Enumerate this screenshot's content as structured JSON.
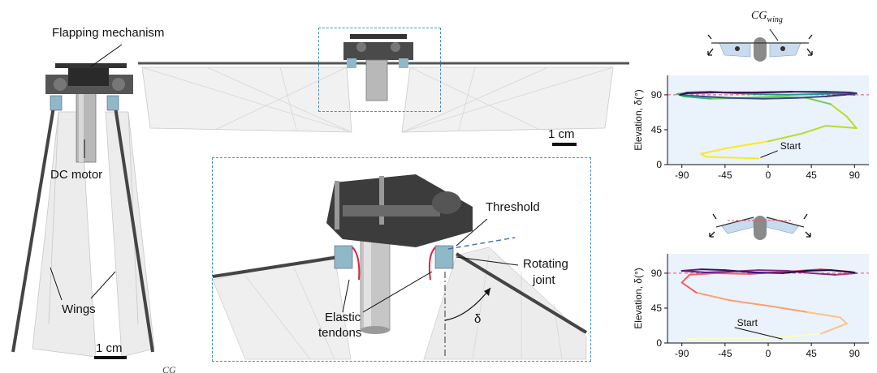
{
  "labels": {
    "flapping_mechanism": "Flapping mechanism",
    "dc_motor": "DC motor",
    "wings": "Wings",
    "scale_left": "1 cm",
    "scale_top": "1 cm",
    "threshold": "Threshold",
    "rotating_joint_line1": "Rotating",
    "rotating_joint_line2": "joint",
    "elastic_line1": "Elastic",
    "elastic_line2": "tendons",
    "delta": "δ",
    "cg_wing": "CG",
    "cg_sub": "wing",
    "cg_bottom": "CG"
  },
  "colors": {
    "accent_box": "#3a8fd0",
    "reference_line": "#e0566b",
    "plot_bg": "#eaf2fb"
  },
  "chart_data": [
    {
      "type": "line",
      "ylabel": "Elevation, δ(°)",
      "xlabel": "",
      "xlim": [
        -105,
        105
      ],
      "ylim": [
        0,
        115
      ],
      "x_ticks": [
        -90,
        -45,
        0,
        45,
        90
      ],
      "y_ticks": [
        0,
        45,
        90
      ],
      "reference_line_y": 90,
      "annotation": "Start",
      "colormap": "viridis",
      "series": [
        {
          "x": [
            -10,
            -40,
            -65,
            -70,
            -40,
            0,
            35,
            60,
            92,
            82,
            65,
            40,
            10,
            -25,
            -60,
            -88,
            -95,
            -80,
            -50,
            -15,
            20,
            55,
            80,
            90
          ],
          "y": [
            8,
            9,
            10,
            14,
            22,
            30,
            40,
            50,
            47,
            62,
            78,
            86,
            88,
            86,
            85,
            88,
            91,
            93,
            93,
            91,
            90,
            91,
            92,
            90
          ]
        },
        {
          "x": [
            90,
            75,
            55,
            30,
            0,
            -30,
            -60,
            -85,
            -92,
            -70,
            -40,
            -5,
            30,
            60,
            80,
            92,
            85,
            60,
            25,
            -15,
            -55,
            -85,
            -92
          ],
          "y": [
            90,
            91,
            93,
            94,
            93,
            92,
            94,
            93,
            90,
            88,
            86,
            85,
            86,
            88,
            90,
            92,
            93,
            94,
            94,
            93,
            93,
            92,
            90
          ]
        }
      ]
    },
    {
      "type": "line",
      "ylabel": "Elevation, δ(°)",
      "xlabel": "",
      "xlim": [
        -105,
        105
      ],
      "ylim": [
        0,
        115
      ],
      "x_ticks": [
        -90,
        -45,
        0,
        45,
        90
      ],
      "y_ticks": [
        0,
        45,
        90
      ],
      "reference_line_y": 90,
      "annotation": "Start",
      "colormap": "magma",
      "series": [
        {
          "x": [
            -85,
            -60,
            -20,
            20,
            55,
            82,
            75,
            40,
            0,
            -40,
            -75,
            -90,
            -82,
            -55,
            -20,
            20,
            55,
            85,
            92
          ],
          "y": [
            5,
            6,
            6,
            8,
            12,
            25,
            33,
            40,
            48,
            55,
            65,
            78,
            88,
            90,
            89,
            92,
            95,
            92,
            90
          ]
        },
        {
          "x": [
            92,
            70,
            45,
            20,
            -10,
            -40,
            -65,
            -90,
            -70,
            -45,
            -15,
            15,
            40,
            65,
            90
          ],
          "y": [
            90,
            88,
            90,
            93,
            94,
            92,
            91,
            93,
            95,
            94,
            91,
            90,
            93,
            94,
            91
          ]
        }
      ]
    }
  ]
}
